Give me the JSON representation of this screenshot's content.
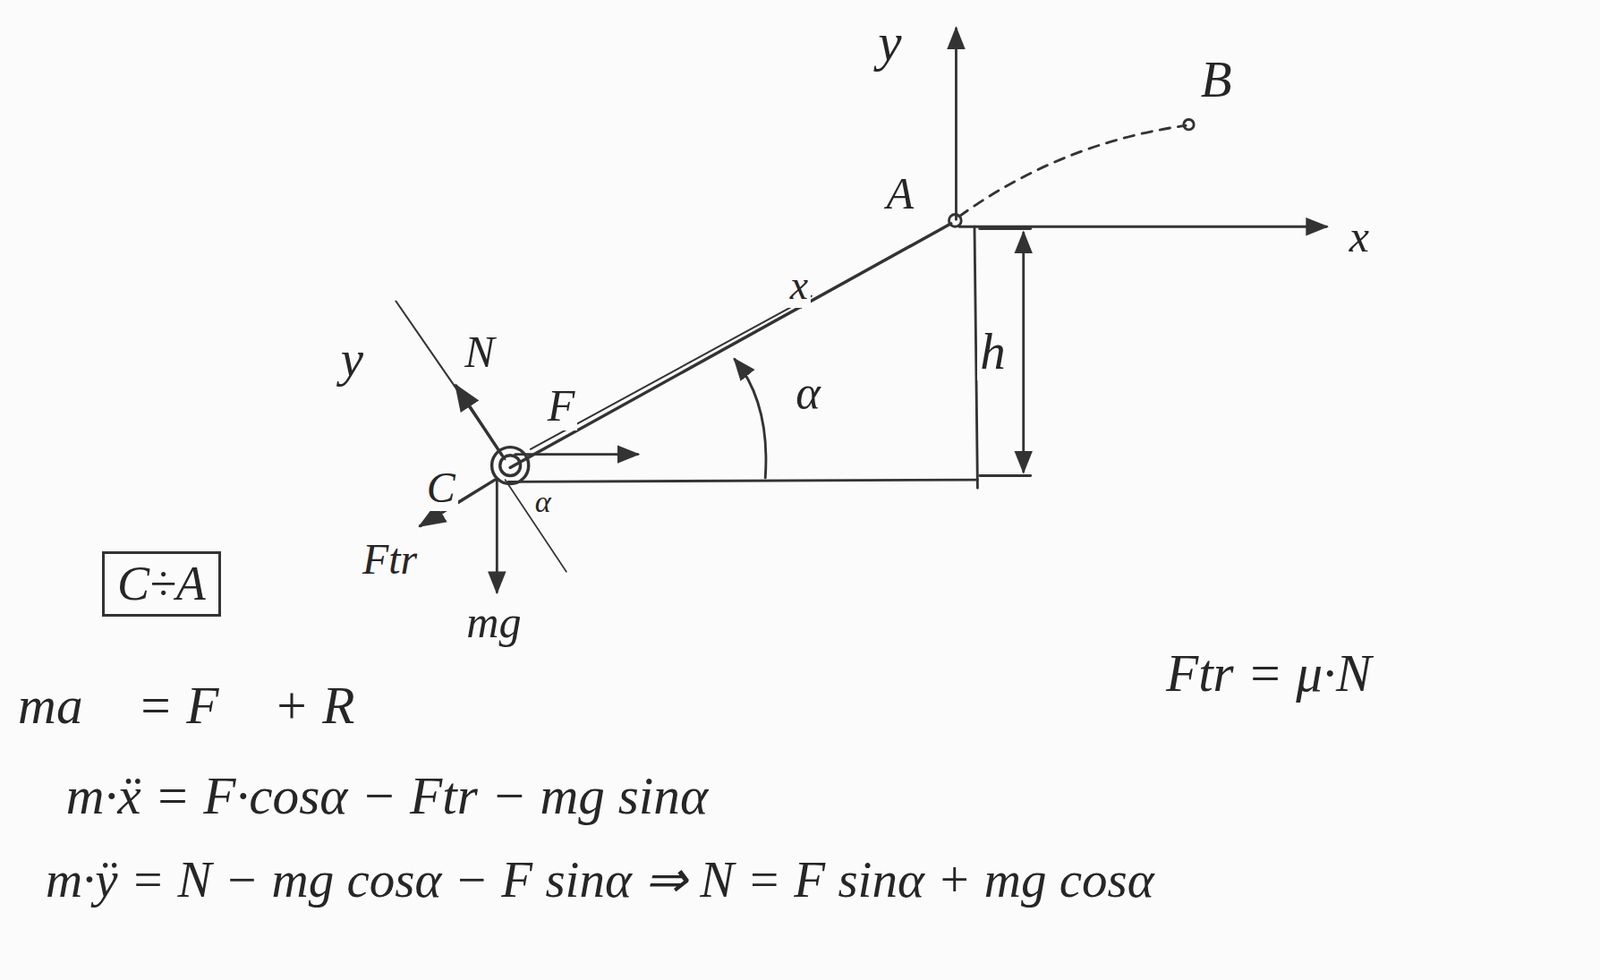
{
  "diagram": {
    "nodes": [
      {
        "text": [
          "C÷A"
        ]
      }
    ],
    "labels": [
      "y",
      "B",
      "A",
      "x",
      "y",
      "N",
      "x",
      "F",
      "α",
      "h",
      "C",
      "Ftr",
      "α",
      "mg",
      "ma⃗ = F⃗ + R⃗",
      "m·ẍ = F·cosα − Ftr − mg sinα",
      "m·ÿ = N − mg cosα − F sinα ⇒ N = F sinα + mg cosα",
      "Ftr = μ·N"
    ]
  }
}
